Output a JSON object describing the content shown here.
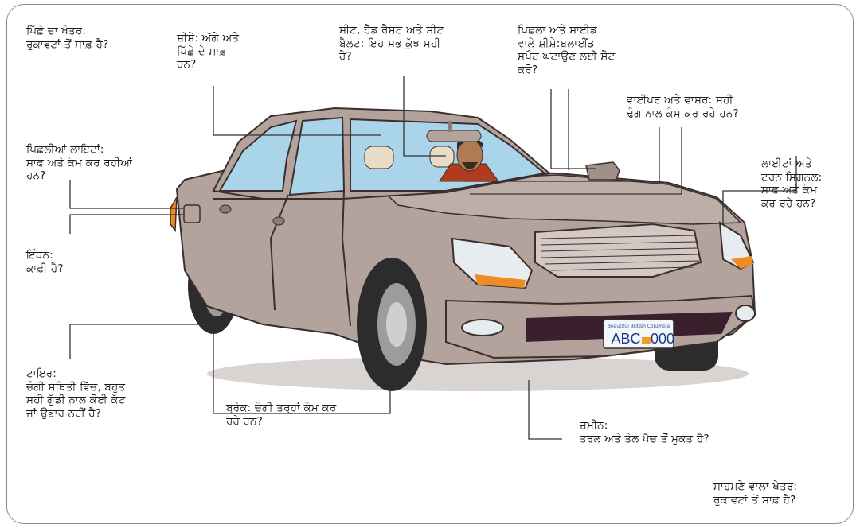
{
  "labels": {
    "rear_area": [
      "ਪਿੱਛੇ ਦਾ ਖੇਤਰ:",
      "ਰੁਕਾਵਟਾਂ ਤੋਂ ਸਾਫ਼ ਹੈ?"
    ],
    "windows": [
      "ਸ਼ੀਸ਼ੇ: ਅੱਗੇ ਅਤੇ",
      "ਪਿੱਛੇ ਦੇ ਸਾਫ਼",
      "ਹਨ?"
    ],
    "seat": [
      "ਸੀਟ, ਹੈੱਡ ਰੈਸਟ ਅਤੇ ਸੀਟ",
      "ਬੈਲਟ: ਇਹ ਸਭ ਕੁੱਝ ਸਹੀ",
      "ਹੈ?"
    ],
    "mirrors": [
      "ਪਿਛਲਾ ਅਤੇ ਸਾਈਡ",
      "ਵਾਲੇ ਸ਼ੀਸ਼ੇ:ਬਲਾਈਂਡ",
      "ਸਪੌਟ ਘਟਾਉਣ ਲਈ ਸੈੱਟ",
      "ਕਰੋ?"
    ],
    "wipers": [
      "ਵਾਈਪਰ ਅਤੇ ਵਾਸ਼ਰ: ਸਹੀ",
      "ਢੰਗ ਨਾਲ ਕੰਮ ਕਰ ਰਹੇ ਹਨ?"
    ],
    "rear_lights": [
      "ਪਿਛਲੀਆਂ ਲਾਇਟਾਂ:",
      "ਸਾਫ਼ ਅਤੇ ਕੰਮ ਕਰ ਰਹੀਆਂ",
      "ਹਨ?"
    ],
    "lights": [
      "ਲਾਈਟਾਂ ਅਤੇ",
      "ਟਰਨ ਸਿਗਨਲ:",
      "ਸਾਫ਼ ਅਤੇ ਕੰਮ",
      "ਕਰ ਰਹੇ ਹਨ?"
    ],
    "fuel": [
      "ਇੰਧਨ:",
      "ਕਾਫ਼ੀ ਹੈ?"
    ],
    "tires": [
      "ਟਾਇਰ:",
      "ਚੰਗੀ ਸਥਿਤੀ ਵਿੱਚ, ਬਹੁਤ",
      "ਸਹੀ ਗੁੱਡੀ ਨਾਲ ਕੋਈ ਕੱਟ",
      "ਜਾਂ ਉਭਾਰ ਨਹੀਂ ਹੈ?"
    ],
    "brakes": [
      "ਬ੍ਰੇਕ: ਚੰਗੀ ਤਰ੍ਹਾਂ ਕੰਮ ਕਰ",
      "ਰਹੇ ਹਨ?"
    ],
    "ground": [
      "ਜ਼ਮੀਨ:",
      "ਤਰਲ ਅਤੇ ਤੇਲ ਪੈਚ ਤੋਂ ਮੁਕਤ ਹੈ?"
    ],
    "front_area": [
      "ਸਾਹਮਣੇ ਵਾਲਾ ਖੇਤਰ:",
      "ਰੁਕਾਵਟਾਂ ਤੋਂ ਸਾਫ਼ ਹੈ?"
    ]
  },
  "plate": {
    "region": "Beautiful British Columbia",
    "number": "ABC",
    "number_end": "000"
  },
  "colors": {
    "body": "#b3a39c",
    "body_dark": "#8d7d78",
    "glass": "#a9d4ea",
    "tire": "#2c2c2c",
    "signal": "#f08a24",
    "line": "#333333",
    "frame": "#8a8a8a"
  }
}
